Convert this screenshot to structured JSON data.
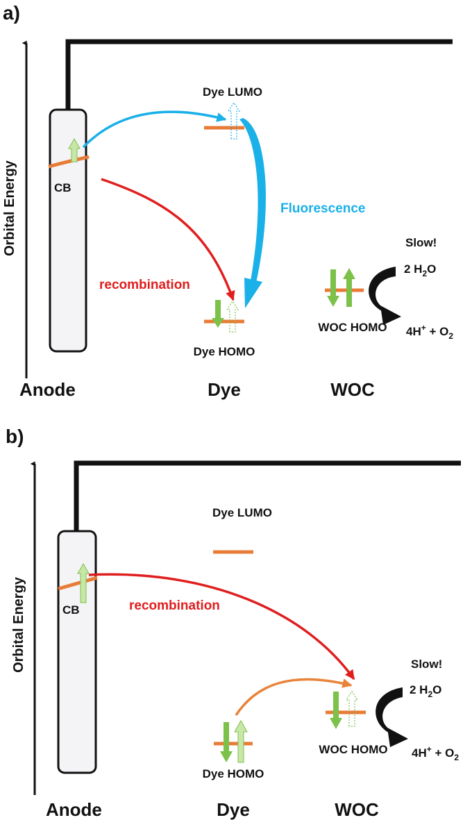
{
  "colors": {
    "level": "#e87b35",
    "spin": "#7cc14a",
    "spin_light": "#c8e6a8",
    "excite": "#1ab0e8",
    "recomb": "#e01e1e",
    "hole_transfer": "#e8833a",
    "outline": "#111111",
    "electrode_fill": "#f4f3f6"
  },
  "panel_a": {
    "label": "a)",
    "axis_label": "Orbital Energy",
    "columns": [
      "Anode",
      "Dye",
      "WOC"
    ],
    "cb_label": "CB",
    "dye_lumo_label": "Dye LUMO",
    "dye_homo_label": "Dye HOMO",
    "fluorescence_label": "Fluorescence",
    "recombination_label": "recombination",
    "slow_label": "Slow!",
    "water": {
      "prefix": "2 H",
      "sub": "2",
      "suffix": "O"
    },
    "products": {
      "part1": "4H",
      "sup": "+",
      "part2": " + O",
      "sub": "2"
    },
    "woc_homo_label": "WOC HOMO"
  },
  "panel_b": {
    "label": "b)",
    "axis_label": "Orbital Energy",
    "columns": [
      "Anode",
      "Dye",
      "WOC"
    ],
    "cb_label": "CB",
    "dye_lumo_label": "Dye LUMO",
    "dye_homo_label": "Dye HOMO",
    "recombination_label": "recombination",
    "slow_label": "Slow!",
    "water": {
      "prefix": "2 H",
      "sub": "2",
      "suffix": "O"
    },
    "products": {
      "part1": "4H",
      "sup": "+",
      "part2": " + O",
      "sub": "2"
    },
    "woc_homo_label": "WOC HOMO"
  }
}
